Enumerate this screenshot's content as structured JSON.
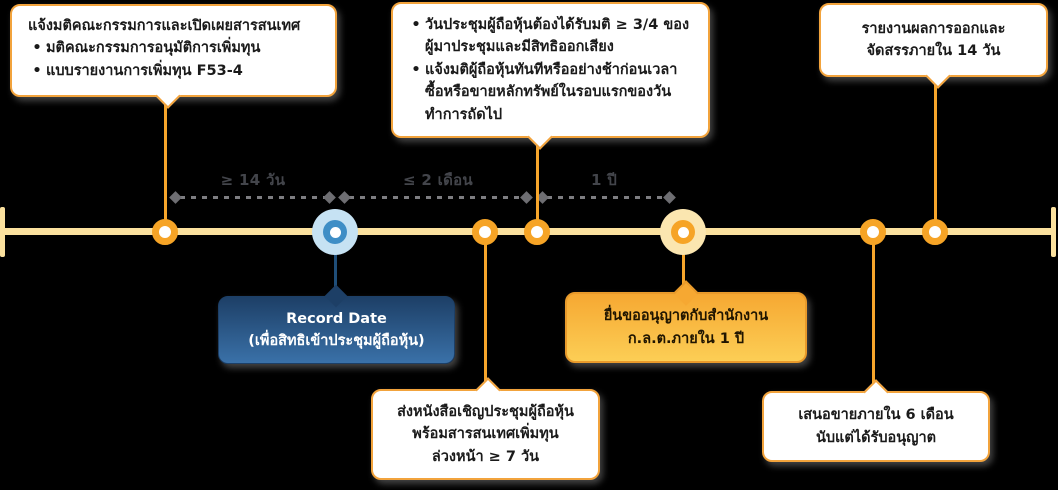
{
  "glyphs": {
    "bullet": "•"
  },
  "timeline": {
    "intervals": [
      {
        "label": "≥ 14 วัน"
      },
      {
        "label": "≤ 2 เดือน"
      },
      {
        "label": "1 ปี"
      }
    ]
  },
  "callouts": {
    "board_resolution": {
      "title": "แจ้งมติคณะกรรมการและเปิดเผยสารสนเทศ",
      "bullets": [
        "มติคณะกรรมการอนุมัติการเพิ่มทุน",
        "แบบรายงานการเพิ่มทุน F53-4"
      ]
    },
    "shareholder_meeting": {
      "bullets": [
        "วันประชุมผู้ถือหุ้นต้องได้รับมติ ≥ 3/4 ของ\nผู้มาประชุมและมีสิทธิออกเสียง",
        "แจ้งมติผู้ถือหุ้นทันทีหรืออย่างช้าก่อนเวลา\nซื้อหรือขายหลักทรัพย์ในรอบแรกของวัน\nทำการถัดไป"
      ]
    },
    "report_result": {
      "lines": [
        "รายงานผลการออกและ",
        "จัดสรรภายใน 14 วัน"
      ]
    },
    "record_date": {
      "lines": [
        "Record Date",
        "(เพื่อสิทธิเข้าประชุมผู้ถือหุ้น)"
      ]
    },
    "sec_filing": {
      "lines": [
        "ยื่นขออนุญาตกับสำนักงาน",
        "ก.ล.ต.ภายใน 1 ปี"
      ]
    },
    "invitation_letter": {
      "lines": [
        "ส่งหนังสือเชิญประชุมผู้ถือหุ้น",
        "พร้อมสารสนเทศเพิ่มทุน",
        "ล่วงหน้า ≥ 7 วัน"
      ]
    },
    "offering": {
      "lines": [
        "เสนอขายภายใน 6 เดือน",
        "นับแต่ได้รับอนุญาต"
      ]
    }
  },
  "colors": {
    "background": "#000000",
    "timeline_line": "#FBE19E",
    "node_orange": "#F6A426",
    "node_blue_ring": "#3E8EC6",
    "node_blue_halo": "#C6E2F3",
    "node_yellow_halo": "#FBE6B0",
    "callout_border": "#F2A33C",
    "record_box_top": "#1D3F66",
    "record_box_bottom": "#3A71A8",
    "sec_box_top": "#F6A832",
    "sec_box_bottom": "#FCCE55",
    "interval_text": "#43454B",
    "dash_gray": "#7D7D81"
  }
}
